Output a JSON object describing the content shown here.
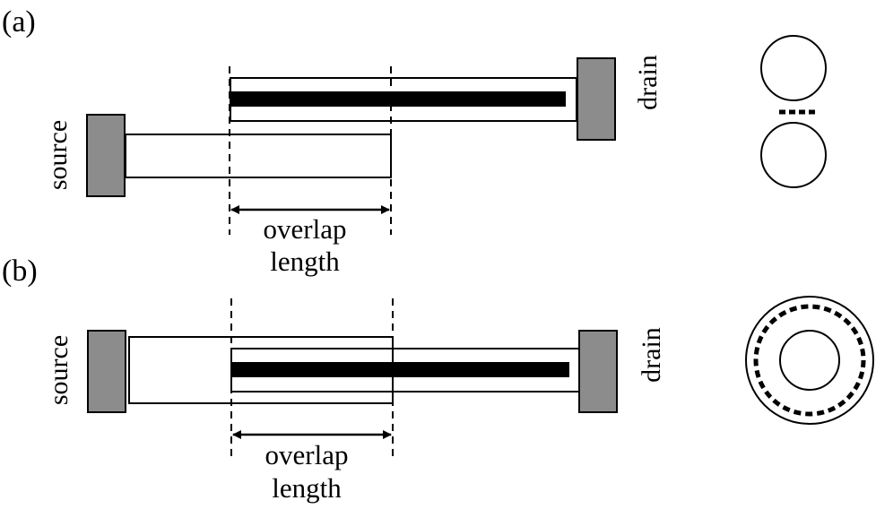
{
  "panels": [
    {
      "label": "(a)",
      "source_label": "source",
      "drain_label": "drain",
      "overlap_line1": "overlap",
      "overlap_line2": "length",
      "cross_section": "side-by-side-circles"
    },
    {
      "label": "(b)",
      "source_label": "source",
      "drain_label": "drain",
      "overlap_line1": "overlap",
      "overlap_line2": "length",
      "cross_section": "concentric-circles"
    }
  ],
  "colors": {
    "contact_fill": "#8c8c8c",
    "line": "#000000",
    "background": "#ffffff"
  }
}
